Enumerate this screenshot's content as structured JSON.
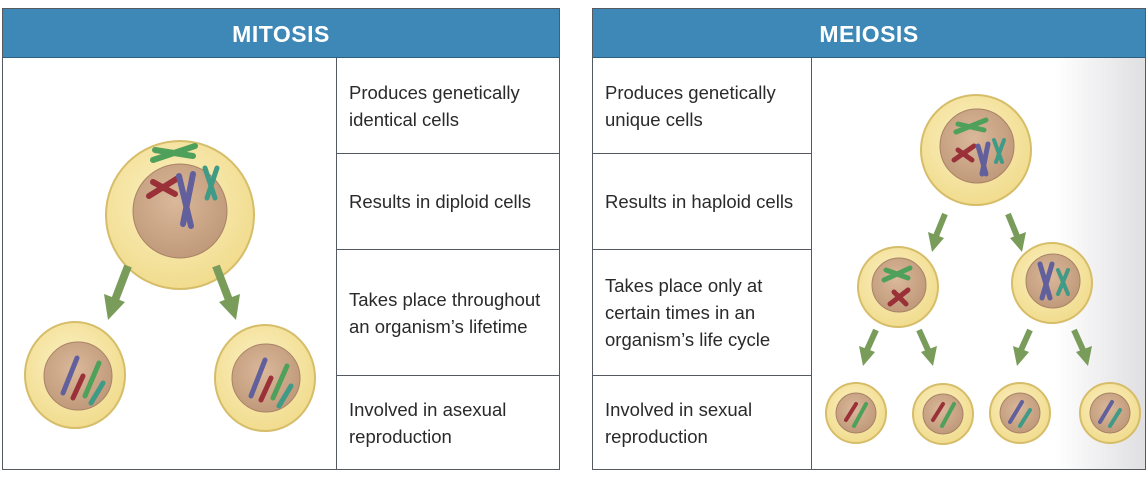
{
  "mitosis": {
    "title": "MITOSIS",
    "facts": [
      "Produces genetically identical cells",
      "Results in diploid cells",
      "Takes place throughout an organism’s lifetime",
      "Involved in asexual reproduction"
    ]
  },
  "meiosis": {
    "title": "MEIOSIS",
    "facts": [
      "Produces genetically unique cells",
      "Results in haploid cells",
      "Takes place only at certain times in an organism’s life cycle",
      "Involved in sexual reproduction"
    ]
  },
  "colors": {
    "header": "#3d88b6",
    "cell_outer": "#f6e7a6",
    "nucleus": "#cda98a",
    "arrow": "#7a9c5a",
    "chrom_green": "#4fa05a",
    "chrom_red": "#9a3038",
    "chrom_purple": "#62609c",
    "chrom_teal": "#3f9a86"
  }
}
